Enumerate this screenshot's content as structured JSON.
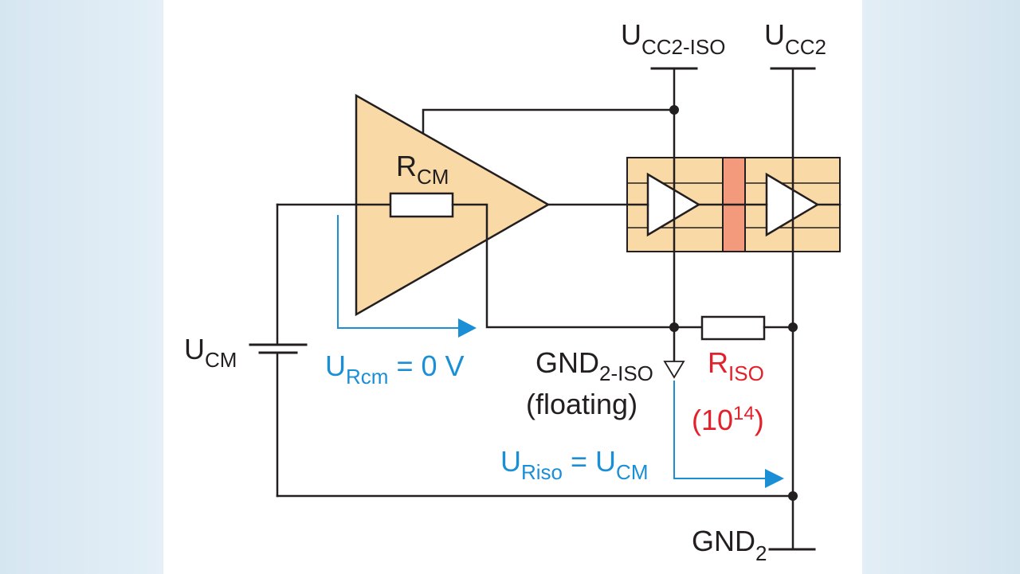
{
  "colors": {
    "wire": "#231f20",
    "amp_fill": "#f9d9a6",
    "barrier_fill": "#f29a7b",
    "blue": "#1b8fd6",
    "red": "#e4202a"
  },
  "labels": {
    "ucc2_iso": {
      "main": "U",
      "sub": "CC2-ISO"
    },
    "ucc2": {
      "main": "U",
      "sub": "CC2"
    },
    "rcm": {
      "main": "R",
      "sub": "CM"
    },
    "ucm": {
      "main": "U",
      "sub": "CM"
    },
    "urcm": {
      "main": "U",
      "sub": "Rcm",
      "rest": " = 0 V"
    },
    "gnd2_iso": {
      "main": "GND",
      "sub": "2-ISO"
    },
    "floating": "(floating)",
    "riso": {
      "main": "R",
      "sub": "ISO"
    },
    "riso_value": {
      "pre": "(10",
      "sup": "14",
      "post": ")"
    },
    "uriso": {
      "main": "U",
      "sub": "Riso",
      "eq": " = U",
      "sub2": "CM"
    },
    "gnd2": {
      "main": "GND",
      "sub": "2"
    }
  }
}
